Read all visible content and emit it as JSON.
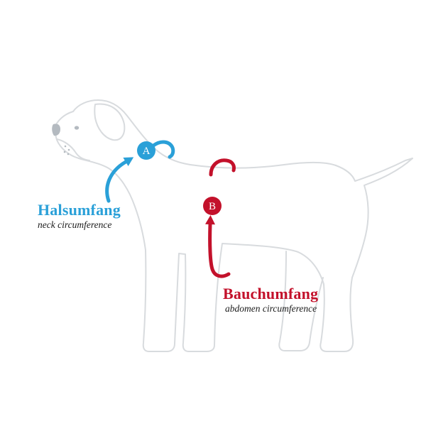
{
  "page": {
    "background": "#ffffff"
  },
  "diagram": {
    "subject": "dog-side-profile-sizing-guide",
    "colors": {
      "outline": "#d8dbde",
      "detail": "#b4bac0",
      "neck_accent": "#2aa0d8",
      "abdomen_accent": "#c3112b",
      "marker_text": "#ffffff",
      "sublabel_text": "#1a1a1a"
    },
    "neck_measure": {
      "marker": "A",
      "label": "Halsumfang",
      "sublabel": "neck circumference"
    },
    "abdomen_measure": {
      "marker": "B",
      "label": "Bauchumfang",
      "sublabel": "abdomen circumference"
    }
  }
}
